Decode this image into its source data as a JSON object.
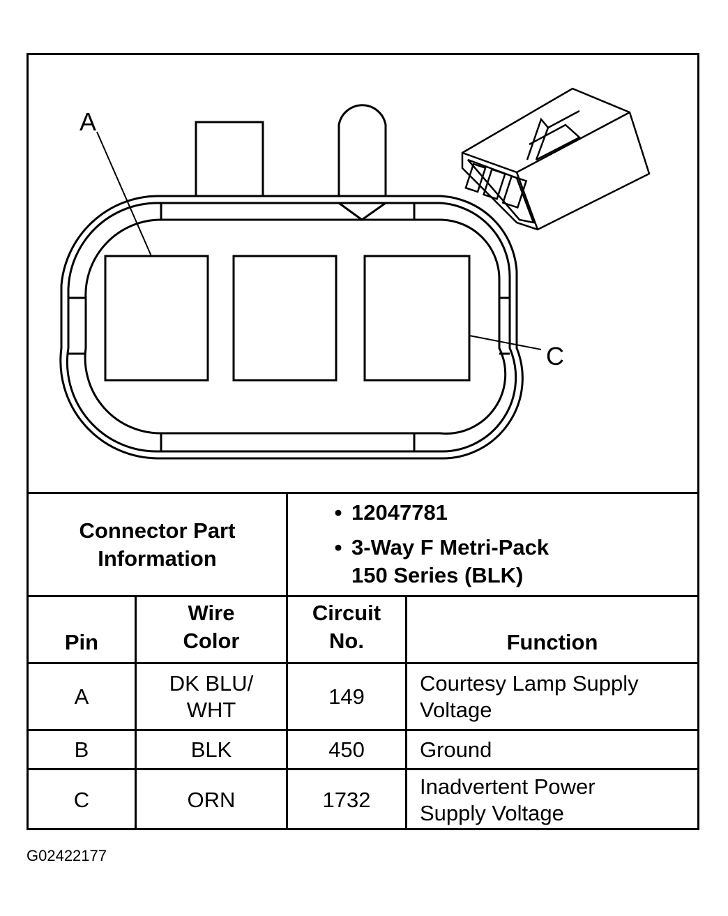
{
  "callouts": {
    "a": "A",
    "c": "C"
  },
  "connector_info": {
    "label_line1": "Connector Part",
    "label_line2": "Information",
    "bullet": "•",
    "part_number": "12047781",
    "description_line1": "3-Way F Metri-Pack",
    "description_line2": "150 Series (BLK)"
  },
  "table": {
    "headers": {
      "pin": "Pin",
      "wire_color_line1": "Wire",
      "wire_color_line2": "Color",
      "circuit_line1": "Circuit",
      "circuit_line2": "No.",
      "function": "Function"
    },
    "rows": [
      {
        "pin": "A",
        "wire_line1": "DK BLU/",
        "wire_line2": "WHT",
        "circuit": "149",
        "function_line1": "Courtesy Lamp Supply",
        "function_line2": "Voltage"
      },
      {
        "pin": "B",
        "wire_line1": "BLK",
        "wire_line2": "",
        "circuit": "450",
        "function_line1": "Ground",
        "function_line2": ""
      },
      {
        "pin": "C",
        "wire_line1": "ORN",
        "wire_line2": "",
        "circuit": "1732",
        "function_line1": "Inadvertent Power",
        "function_line2": "Supply Voltage"
      }
    ]
  },
  "figure_id": "G02422177"
}
